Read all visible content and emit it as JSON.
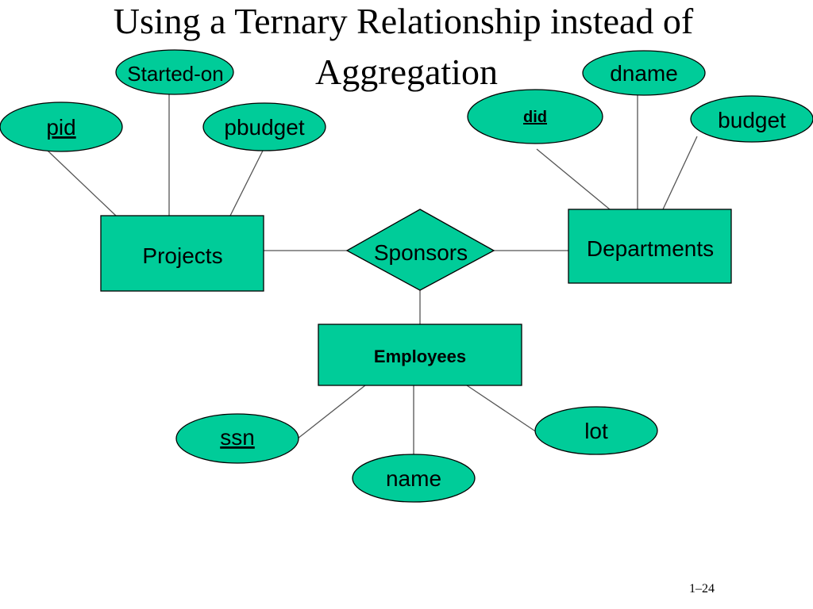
{
  "title": {
    "line1": "Using a Ternary Relationship instead of",
    "line2": "Aggregation"
  },
  "entities": {
    "projects": "Projects",
    "departments": "Departments",
    "employees": "Employees"
  },
  "relationship": {
    "sponsors": "Sponsors"
  },
  "attributes": {
    "started_on": "Started-on",
    "pid": "pid",
    "pbudget": "pbudget",
    "did": "did",
    "dname": "dname",
    "budget": "budget",
    "ssn": "ssn",
    "name": "name",
    "lot": "lot"
  },
  "footer": {
    "page": "1–24"
  },
  "colors": {
    "shape_fill": "#00cc99",
    "stroke": "#000000",
    "connector": "#555555"
  }
}
